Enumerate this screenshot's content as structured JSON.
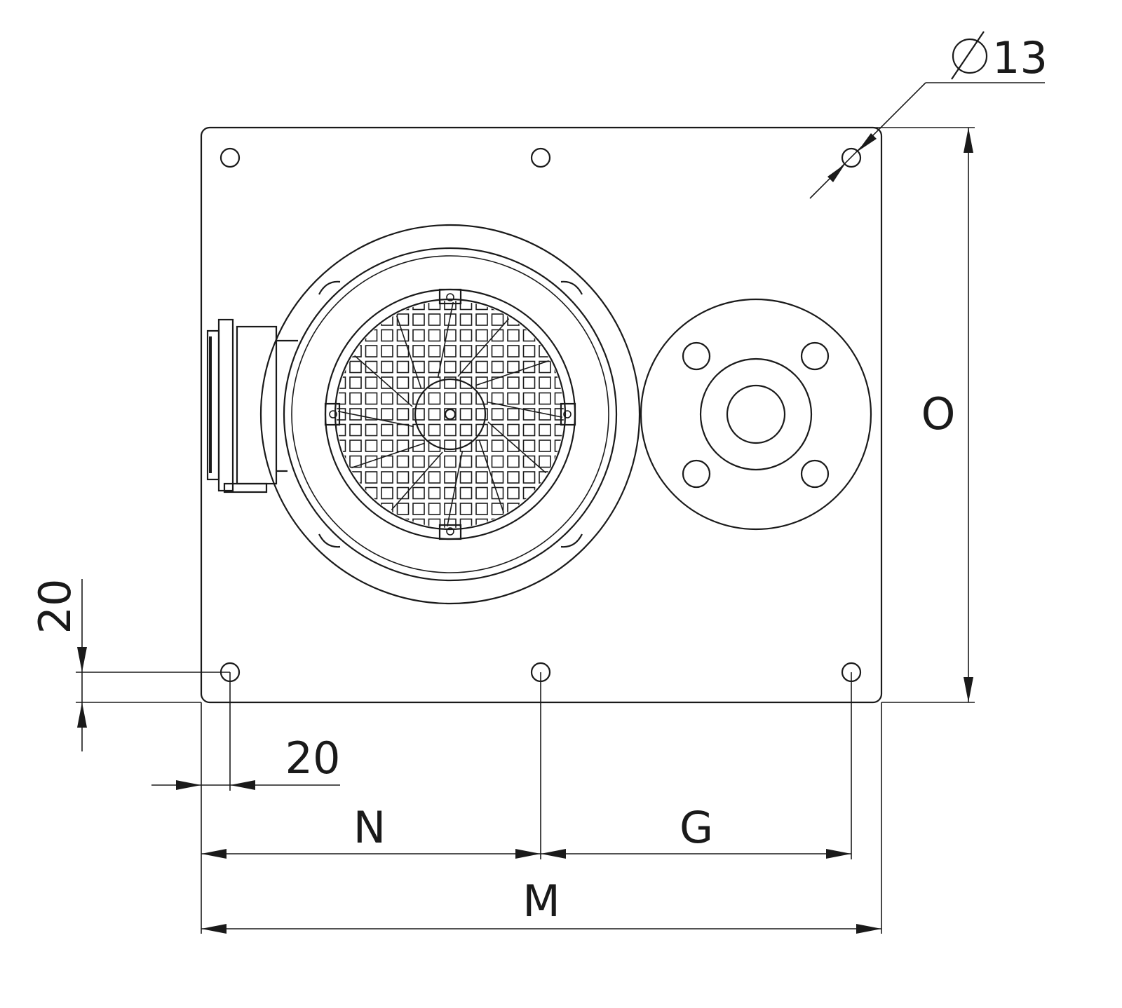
{
  "drawing": {
    "title": "Motor pump mounting plate - top view",
    "dimensions": {
      "hole_diameter": {
        "symbol": "Ø",
        "value": "13"
      },
      "height": "O",
      "overall_width": "M",
      "hole_to_center": "N",
      "center_to_hole": "G",
      "edge_offset_x": "20",
      "edge_offset_y": "20"
    },
    "colors": {
      "line": "#1a1a1a",
      "background": "#ffffff"
    }
  }
}
